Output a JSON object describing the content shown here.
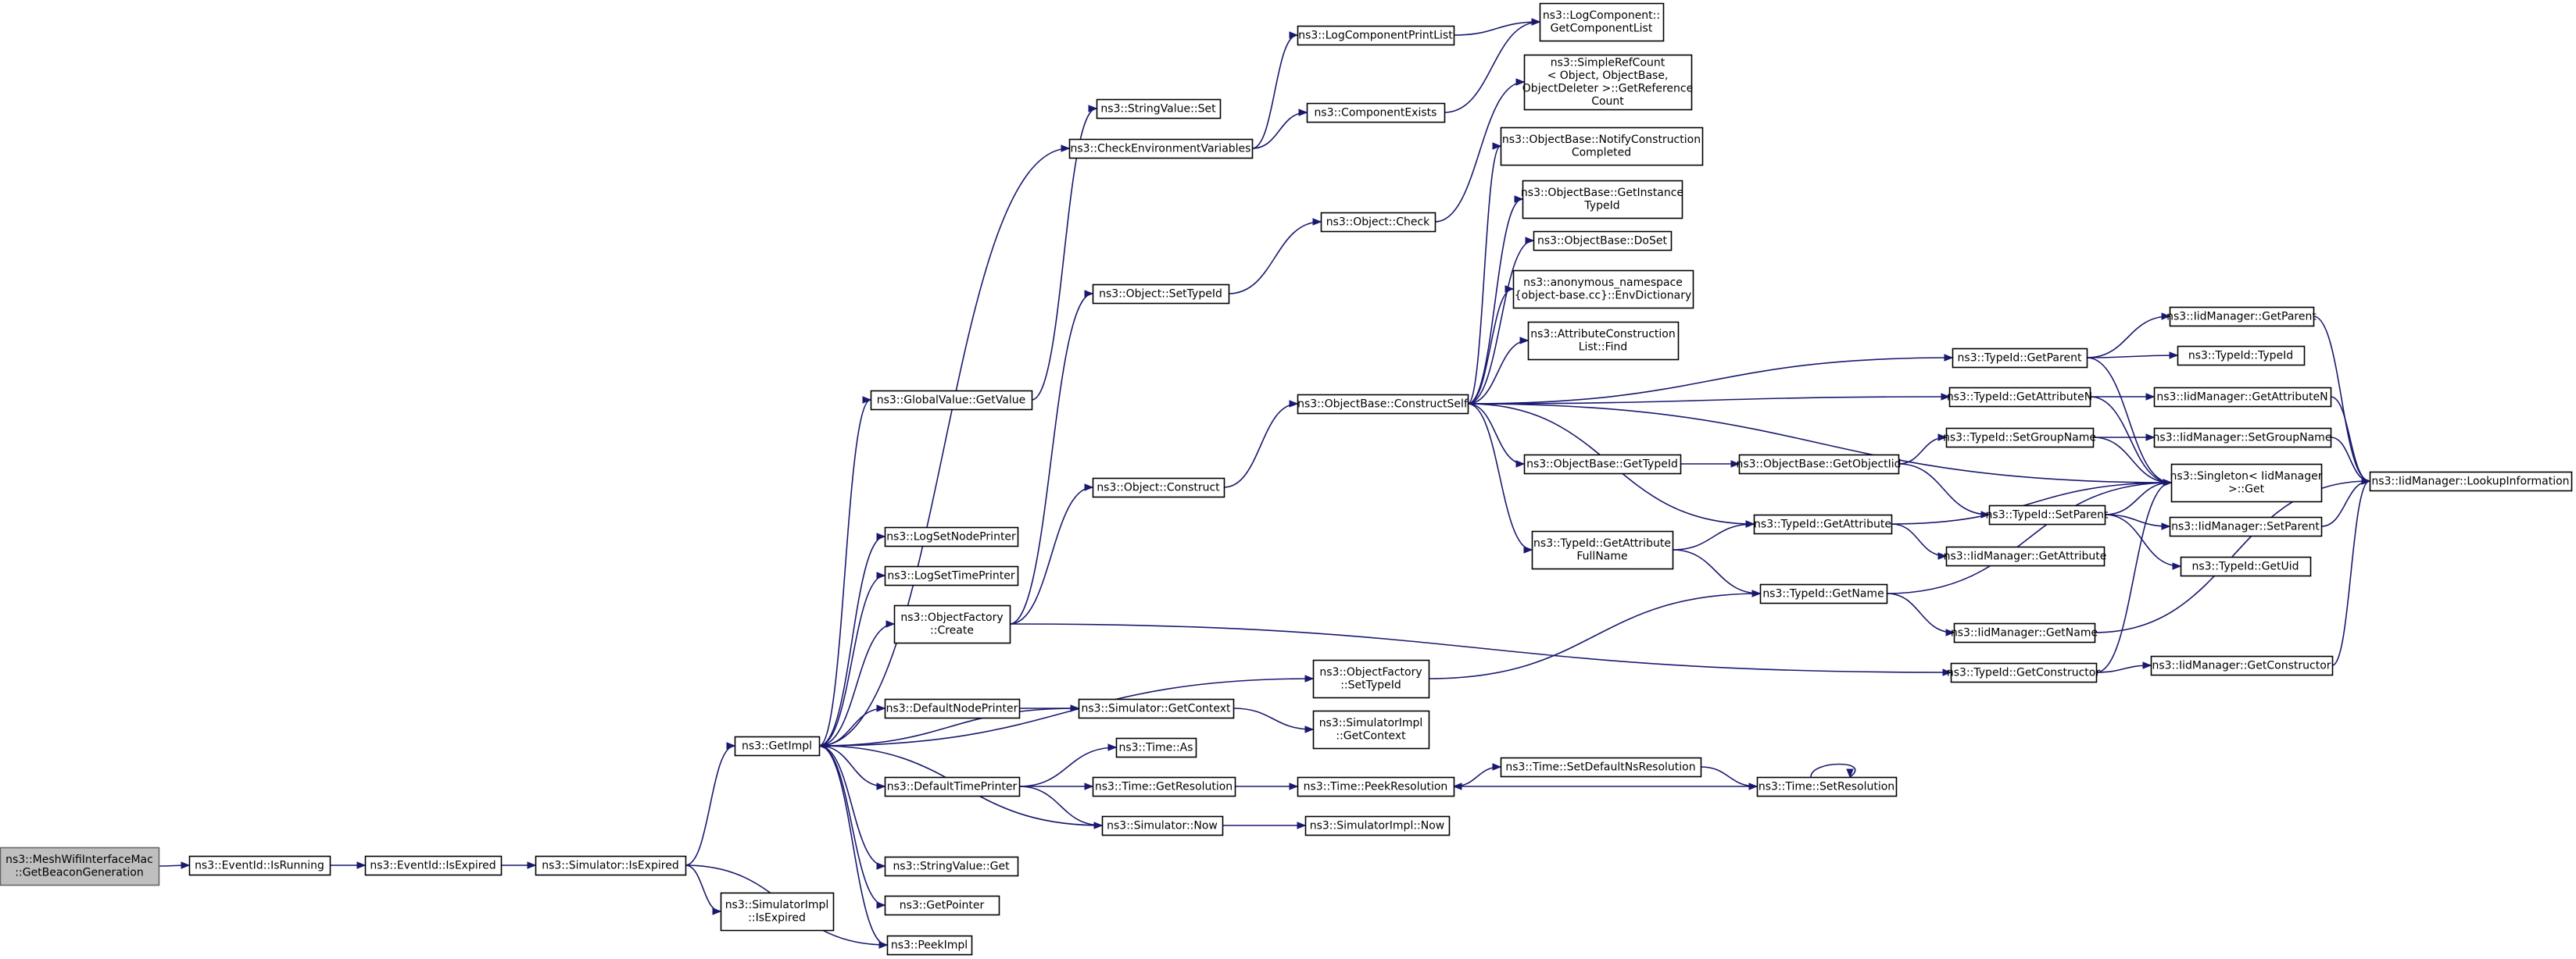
{
  "nodes": [
    {
      "id": "root",
      "lines": [
        "ns3::MeshWifiInterfaceMac",
        "::GetBeaconGeneration"
      ],
      "root": true
    },
    {
      "id": "isrunning",
      "lines": [
        "ns3::EventId::IsRunning"
      ]
    },
    {
      "id": "isexpired",
      "lines": [
        "ns3::EventId::IsExpired"
      ]
    },
    {
      "id": "simisexpired",
      "lines": [
        "ns3::Simulator::IsExpired"
      ]
    },
    {
      "id": "getimpl",
      "lines": [
        "ns3::GetImpl"
      ]
    },
    {
      "id": "simimplisexpired",
      "lines": [
        "ns3::SimulatorImpl",
        "::IsExpired"
      ]
    },
    {
      "id": "peekimpl",
      "lines": [
        "ns3::PeekImpl"
      ]
    },
    {
      "id": "globalvalue",
      "lines": [
        "ns3::GlobalValue::GetValue"
      ]
    },
    {
      "id": "lognode",
      "lines": [
        "ns3::LogSetNodePrinter"
      ]
    },
    {
      "id": "logtime",
      "lines": [
        "ns3::LogSetTimePrinter"
      ]
    },
    {
      "id": "objfactcreate",
      "lines": [
        "ns3::ObjectFactory",
        "::Create"
      ]
    },
    {
      "id": "defnode",
      "lines": [
        "ns3::DefaultNodePrinter"
      ]
    },
    {
      "id": "deftime",
      "lines": [
        "ns3::DefaultTimePrinter"
      ]
    },
    {
      "id": "stringget",
      "lines": [
        "ns3::StringValue::Get"
      ]
    },
    {
      "id": "getpointer",
      "lines": [
        "ns3::GetPointer"
      ]
    },
    {
      "id": "stringset",
      "lines": [
        "ns3::StringValue::Set"
      ]
    },
    {
      "id": "checkenv",
      "lines": [
        "ns3::CheckEnvironmentVariables"
      ]
    },
    {
      "id": "objsettypeid",
      "lines": [
        "ns3::Object::SetTypeId"
      ]
    },
    {
      "id": "objconstruct",
      "lines": [
        "ns3::Object::Construct"
      ]
    },
    {
      "id": "objfactsettypeid",
      "lines": [
        "ns3::ObjectFactory",
        "::SetTypeId"
      ]
    },
    {
      "id": "simgetcontext",
      "lines": [
        "ns3::Simulator::GetContext"
      ]
    },
    {
      "id": "timeas",
      "lines": [
        "ns3::Time::As"
      ]
    },
    {
      "id": "timegetres",
      "lines": [
        "ns3::Time::GetResolution"
      ]
    },
    {
      "id": "simnow",
      "lines": [
        "ns3::Simulator::Now"
      ]
    },
    {
      "id": "logcompprint",
      "lines": [
        "ns3::LogComponentPrintList"
      ]
    },
    {
      "id": "compexists",
      "lines": [
        "ns3::ComponentExists"
      ]
    },
    {
      "id": "logcompget",
      "lines": [
        "ns3::LogComponent::",
        "GetComponentList"
      ]
    },
    {
      "id": "objcheck",
      "lines": [
        "ns3::Object::Check"
      ]
    },
    {
      "id": "constructself",
      "lines": [
        "ns3::ObjectBase::ConstructSelf"
      ]
    },
    {
      "id": "simimplgetctx",
      "lines": [
        "ns3::SimulatorImpl",
        "::GetContext"
      ]
    },
    {
      "id": "peekres",
      "lines": [
        "ns3::Time::PeekResolution"
      ]
    },
    {
      "id": "simimplnow",
      "lines": [
        "ns3::SimulatorImpl::Now"
      ]
    },
    {
      "id": "simplerefcount",
      "lines": [
        "ns3::SimpleRefCount",
        "< Object, ObjectBase,",
        "ObjectDeleter >::GetReference",
        "Count"
      ]
    },
    {
      "id": "notifyconstr",
      "lines": [
        "ns3::ObjectBase::NotifyConstruction",
        "Completed"
      ]
    },
    {
      "id": "getinstancetid",
      "lines": [
        "ns3::ObjectBase::GetInstance",
        "TypeId"
      ]
    },
    {
      "id": "doset",
      "lines": [
        "ns3::ObjectBase::DoSet"
      ]
    },
    {
      "id": "envdict",
      "lines": [
        "ns3::anonymous_namespace",
        "{object-base.cc}::EnvDictionary"
      ]
    },
    {
      "id": "attrconstr",
      "lines": [
        "ns3::AttributeConstruction",
        "List::Find"
      ]
    },
    {
      "id": "obgettypeid",
      "lines": [
        "ns3::ObjectBase::GetTypeId"
      ]
    },
    {
      "id": "getattrfull",
      "lines": [
        "ns3::TypeId::GetAttribute",
        "FullName"
      ]
    },
    {
      "id": "obgetobjtid",
      "lines": [
        "ns3::ObjectBase::GetObjectIid"
      ]
    },
    {
      "id": "tidgetattr",
      "lines": [
        "ns3::TypeId::GetAttribute"
      ]
    },
    {
      "id": "tidgetname",
      "lines": [
        "ns3::TypeId::GetName"
      ]
    },
    {
      "id": "setdefres",
      "lines": [
        "ns3::Time::SetDefaultNsResolution"
      ]
    },
    {
      "id": "setres",
      "lines": [
        "ns3::Time::SetResolution"
      ]
    },
    {
      "id": "tidgetparent",
      "lines": [
        "ns3::TypeId::GetParent"
      ]
    },
    {
      "id": "tidgetattrn",
      "lines": [
        "ns3::TypeId::GetAttributeN"
      ]
    },
    {
      "id": "tidsetgroup",
      "lines": [
        "ns3::TypeId::SetGroupName"
      ]
    },
    {
      "id": "tidsetparent",
      "lines": [
        "ns3::TypeId::SetParent"
      ]
    },
    {
      "id": "iidgetattr",
      "lines": [
        "ns3::IidManager::GetAttribute"
      ]
    },
    {
      "id": "iidgetname",
      "lines": [
        "ns3::IidManager::GetName"
      ]
    },
    {
      "id": "tidgetconstr",
      "lines": [
        "ns3::TypeId::GetConstructor"
      ]
    },
    {
      "id": "iidgetparent",
      "lines": [
        "ns3::IidManager::GetParent"
      ]
    },
    {
      "id": "tidtypeid",
      "lines": [
        "ns3::TypeId::TypeId"
      ]
    },
    {
      "id": "iidgetattrn",
      "lines": [
        "ns3::IidManager::GetAttributeN"
      ]
    },
    {
      "id": "iidsetgroup",
      "lines": [
        "ns3::IidManager::SetGroupName"
      ]
    },
    {
      "id": "singleton",
      "lines": [
        "ns3::Singleton< IidManager",
        "  >::Get"
      ]
    },
    {
      "id": "iidsetparent",
      "lines": [
        "ns3::IidManager::SetParent"
      ]
    },
    {
      "id": "tidgetuid",
      "lines": [
        "ns3::TypeId::GetUid"
      ]
    },
    {
      "id": "iidgetconstr",
      "lines": [
        "ns3::IidManager::GetConstructor"
      ]
    },
    {
      "id": "lookupinfo",
      "lines": [
        "ns3::IidManager::LookupInformation"
      ]
    }
  ],
  "edges": [
    [
      "root",
      "isrunning"
    ],
    [
      "isrunning",
      "isexpired"
    ],
    [
      "isexpired",
      "simisexpired"
    ],
    [
      "simisexpired",
      "getimpl"
    ],
    [
      "simisexpired",
      "simimplisexpired"
    ],
    [
      "simisexpired",
      "peekimpl"
    ],
    [
      "getimpl",
      "globalvalue"
    ],
    [
      "getimpl",
      "lognode"
    ],
    [
      "getimpl",
      "logtime"
    ],
    [
      "getimpl",
      "objfactcreate"
    ],
    [
      "getimpl",
      "objfactsettypeid"
    ],
    [
      "getimpl",
      "defnode"
    ],
    [
      "getimpl",
      "deftime"
    ],
    [
      "getimpl",
      "stringget"
    ],
    [
      "getimpl",
      "getpointer"
    ],
    [
      "getimpl",
      "peekimpl"
    ],
    [
      "getimpl",
      "checkenv"
    ],
    [
      "globalvalue",
      "stringset"
    ],
    [
      "checkenv",
      "logcompprint"
    ],
    [
      "checkenv",
      "compexists"
    ],
    [
      "logcompprint",
      "logcompget"
    ],
    [
      "compexists",
      "logcompget"
    ],
    [
      "objfactcreate",
      "objsettypeid"
    ],
    [
      "objfactcreate",
      "objconstruct"
    ],
    [
      "objfactcreate",
      "tidgetconstr"
    ],
    [
      "objsettypeid",
      "objcheck"
    ],
    [
      "objcheck",
      "simplerefcount"
    ],
    [
      "objconstruct",
      "constructself"
    ],
    [
      "defnode",
      "simgetcontext"
    ],
    [
      "simgetcontext",
      "getimpl"
    ],
    [
      "simgetcontext",
      "simimplgetctx"
    ],
    [
      "deftime",
      "timeas"
    ],
    [
      "deftime",
      "timegetres"
    ],
    [
      "deftime",
      "simnow"
    ],
    [
      "simnow",
      "getimpl"
    ],
    [
      "simnow",
      "simimplnow"
    ],
    [
      "timegetres",
      "peekres"
    ],
    [
      "peekres",
      "setdefres"
    ],
    [
      "setdefres",
      "setres"
    ],
    [
      "setres",
      "peekres"
    ],
    [
      "setres",
      "setres"
    ],
    [
      "constructself",
      "notifyconstr"
    ],
    [
      "constructself",
      "getinstancetid"
    ],
    [
      "constructself",
      "doset"
    ],
    [
      "constructself",
      "envdict"
    ],
    [
      "constructself",
      "attrconstr"
    ],
    [
      "constructself",
      "obgettypeid"
    ],
    [
      "constructself",
      "getattrfull"
    ],
    [
      "constructself",
      "tidgetattr"
    ],
    [
      "constructself",
      "tidgetparent"
    ],
    [
      "constructself",
      "tidgetattrn"
    ],
    [
      "constructself",
      "singleton"
    ],
    [
      "obgettypeid",
      "obgetobjtid"
    ],
    [
      "obgetobjtid",
      "tidsetgroup"
    ],
    [
      "obgetobjtid",
      "tidsetparent"
    ],
    [
      "getattrfull",
      "tidgetattr"
    ],
    [
      "getattrfull",
      "tidgetname"
    ],
    [
      "tidgetattr",
      "iidgetattr"
    ],
    [
      "tidgetattr",
      "singleton"
    ],
    [
      "tidgetname",
      "iidgetname"
    ],
    [
      "tidgetname",
      "singleton"
    ],
    [
      "objfactsettypeid",
      "tidgetname"
    ],
    [
      "tidgetparent",
      "iidgetparent"
    ],
    [
      "tidgetparent",
      "tidtypeid"
    ],
    [
      "tidgetparent",
      "singleton"
    ],
    [
      "tidgetattrn",
      "iidgetattrn"
    ],
    [
      "tidgetattrn",
      "singleton"
    ],
    [
      "tidsetgroup",
      "iidsetgroup"
    ],
    [
      "tidsetgroup",
      "singleton"
    ],
    [
      "tidsetparent",
      "iidsetparent"
    ],
    [
      "tidsetparent",
      "tidgetuid"
    ],
    [
      "tidsetparent",
      "singleton"
    ],
    [
      "tidgetconstr",
      "iidgetconstr"
    ],
    [
      "tidgetconstr",
      "singleton"
    ],
    [
      "iidgetparent",
      "lookupinfo"
    ],
    [
      "iidgetattrn",
      "lookupinfo"
    ],
    [
      "iidsetgroup",
      "lookupinfo"
    ],
    [
      "iidsetparent",
      "lookupinfo"
    ],
    [
      "iidgetname",
      "lookupinfo"
    ],
    [
      "iidgetconstr",
      "lookupinfo"
    ]
  ]
}
